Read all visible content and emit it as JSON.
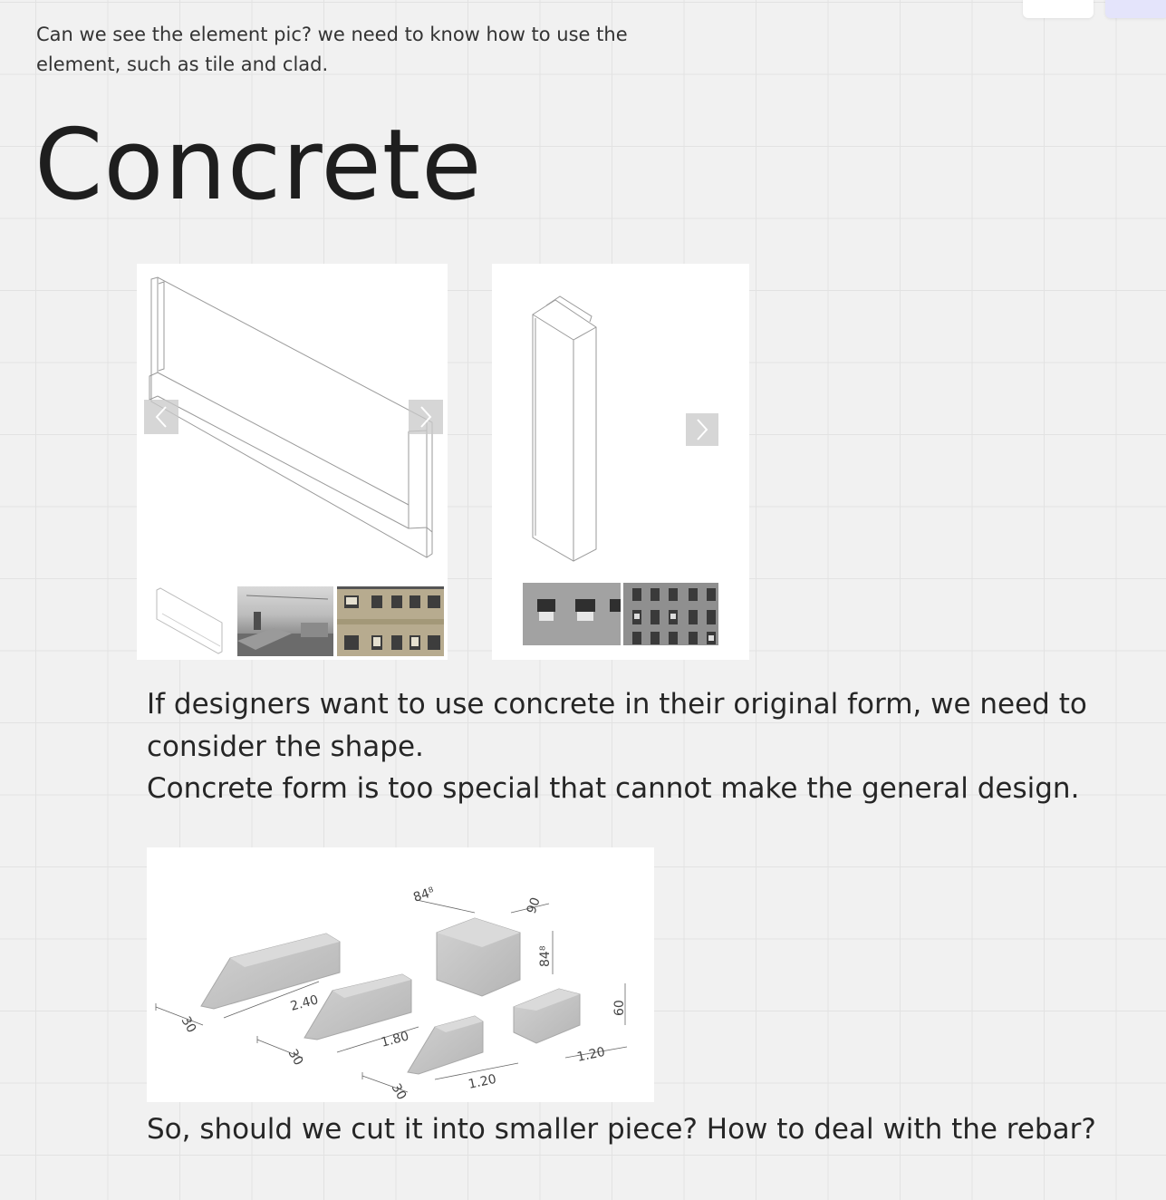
{
  "note": {
    "line1": "Can we see the element pic? we need to know how to use the",
    "line2": "element, such as tile and clad."
  },
  "title": "Concrete",
  "paragraph": {
    "line1": "If designers want to use concrete in their original form, we need to",
    "line2": "consider the shape.",
    "line3": "Concrete form is too special that cannot make the general design."
  },
  "question": "So, should we cut it into smaller piece? How to deal with the rebar?",
  "diagram_labels": {
    "width_84": "84⁸",
    "depth_90": "90",
    "height_84": "84⁸",
    "len_240": "2.40",
    "len_180": "1.80",
    "len_120_a": "1.20",
    "len_120_b": "1.20",
    "h_60": "60",
    "t_30_a": "30",
    "t_30_b": "30",
    "t_30_c": "30"
  },
  "icons": {
    "prev": "chevron-left-icon",
    "next": "chevron-right-icon"
  },
  "colors": {
    "canvas": "#f1f1f1",
    "grid": "#e2e2e2",
    "text": "#262626"
  }
}
